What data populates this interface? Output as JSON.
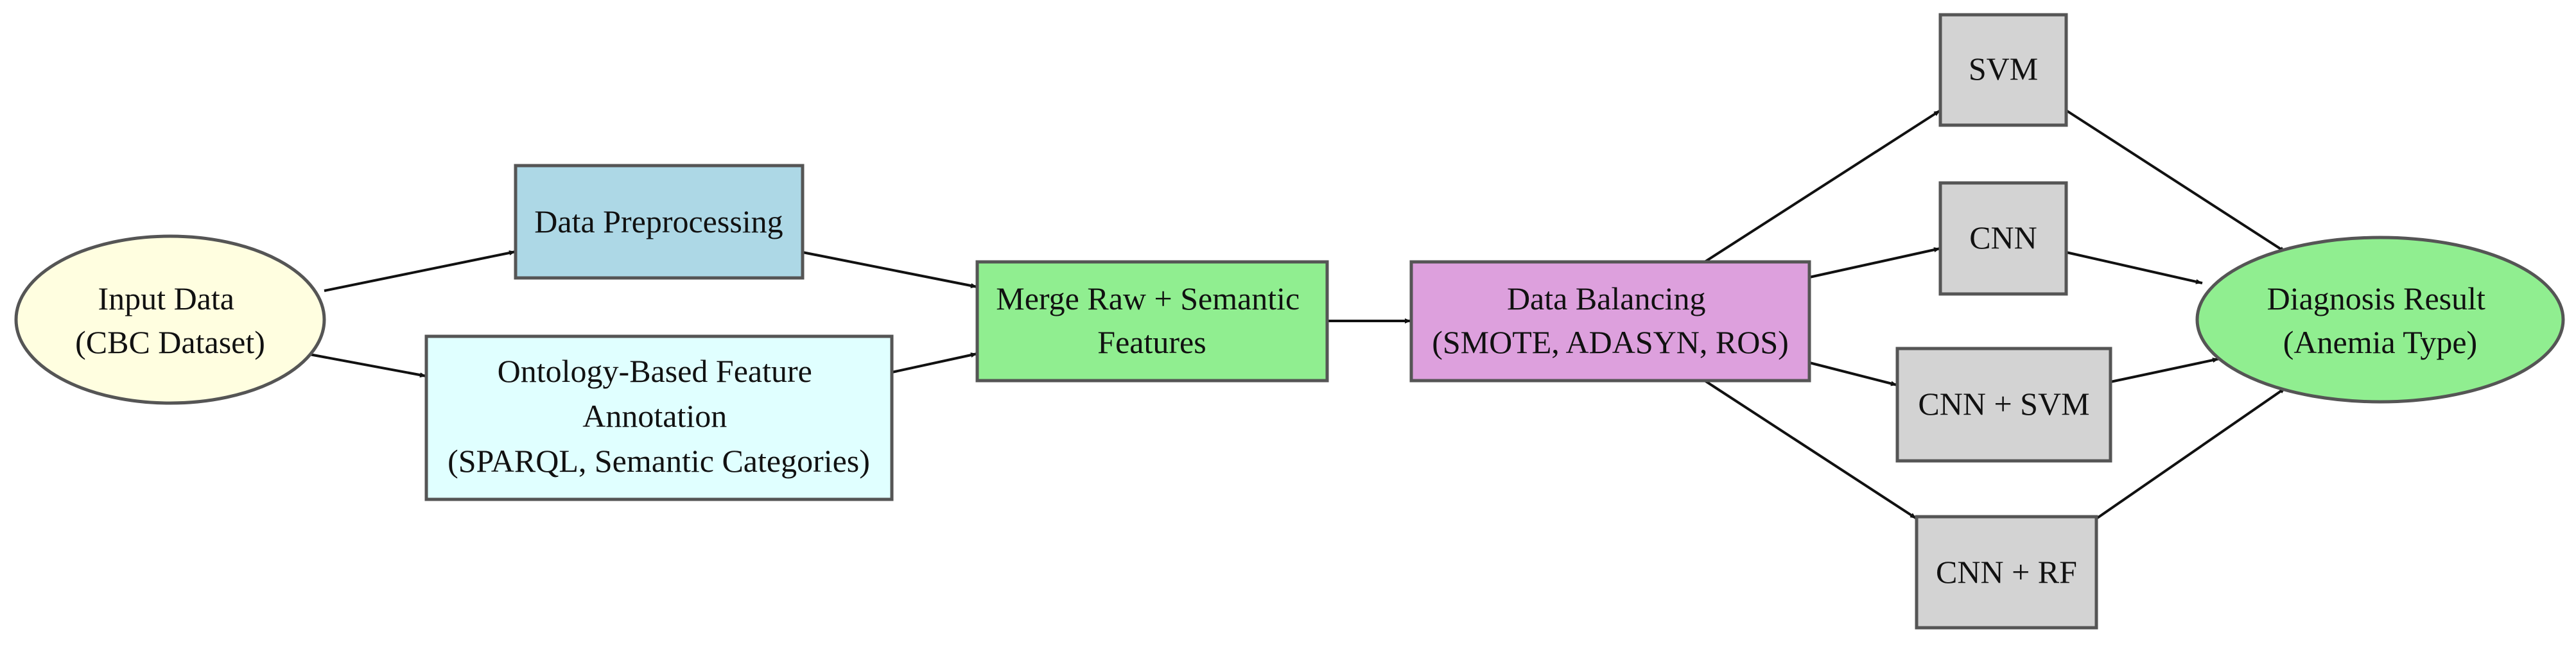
{
  "nodes": {
    "input": {
      "lines": [
        "Input Data",
        "(CBC Dataset)"
      ],
      "color": "#fffee0"
    },
    "preproc": {
      "lines": [
        "Data Preprocessing"
      ],
      "color": "#add8e6"
    },
    "onto": {
      "lines": [
        "Ontology-Based Feature",
        "Annotation",
        "(SPARQL, Semantic Categories)"
      ],
      "color": "#e0ffff"
    },
    "merge": {
      "lines": [
        "Merge Raw + Semantic",
        "Features"
      ],
      "color": "#90ee90"
    },
    "balance": {
      "lines": [
        "Data Balancing",
        "(SMOTE, ADASYN, ROS)"
      ],
      "color": "#dda0dd"
    },
    "svm": {
      "lines": [
        "SVM"
      ],
      "color": "#d3d3d3"
    },
    "cnn": {
      "lines": [
        "CNN"
      ],
      "color": "#d3d3d3"
    },
    "cnnsvm": {
      "lines": [
        "CNN + SVM"
      ],
      "color": "#d3d3d3"
    },
    "cnnrf": {
      "lines": [
        "CNN + RF"
      ],
      "color": "#d3d3d3"
    },
    "result": {
      "lines": [
        "Diagnosis Result",
        "(Anemia Type)"
      ],
      "color": "#90ee90"
    }
  },
  "edges": [
    {
      "from": "input",
      "to": "preproc"
    },
    {
      "from": "input",
      "to": "onto"
    },
    {
      "from": "preproc",
      "to": "merge"
    },
    {
      "from": "onto",
      "to": "merge"
    },
    {
      "from": "merge",
      "to": "balance"
    },
    {
      "from": "balance",
      "to": "svm"
    },
    {
      "from": "balance",
      "to": "cnn"
    },
    {
      "from": "balance",
      "to": "cnnsvm"
    },
    {
      "from": "balance",
      "to": "cnnrf"
    },
    {
      "from": "svm",
      "to": "result"
    },
    {
      "from": "cnn",
      "to": "result"
    },
    {
      "from": "cnnsvm",
      "to": "result"
    },
    {
      "from": "cnnrf",
      "to": "result"
    }
  ]
}
